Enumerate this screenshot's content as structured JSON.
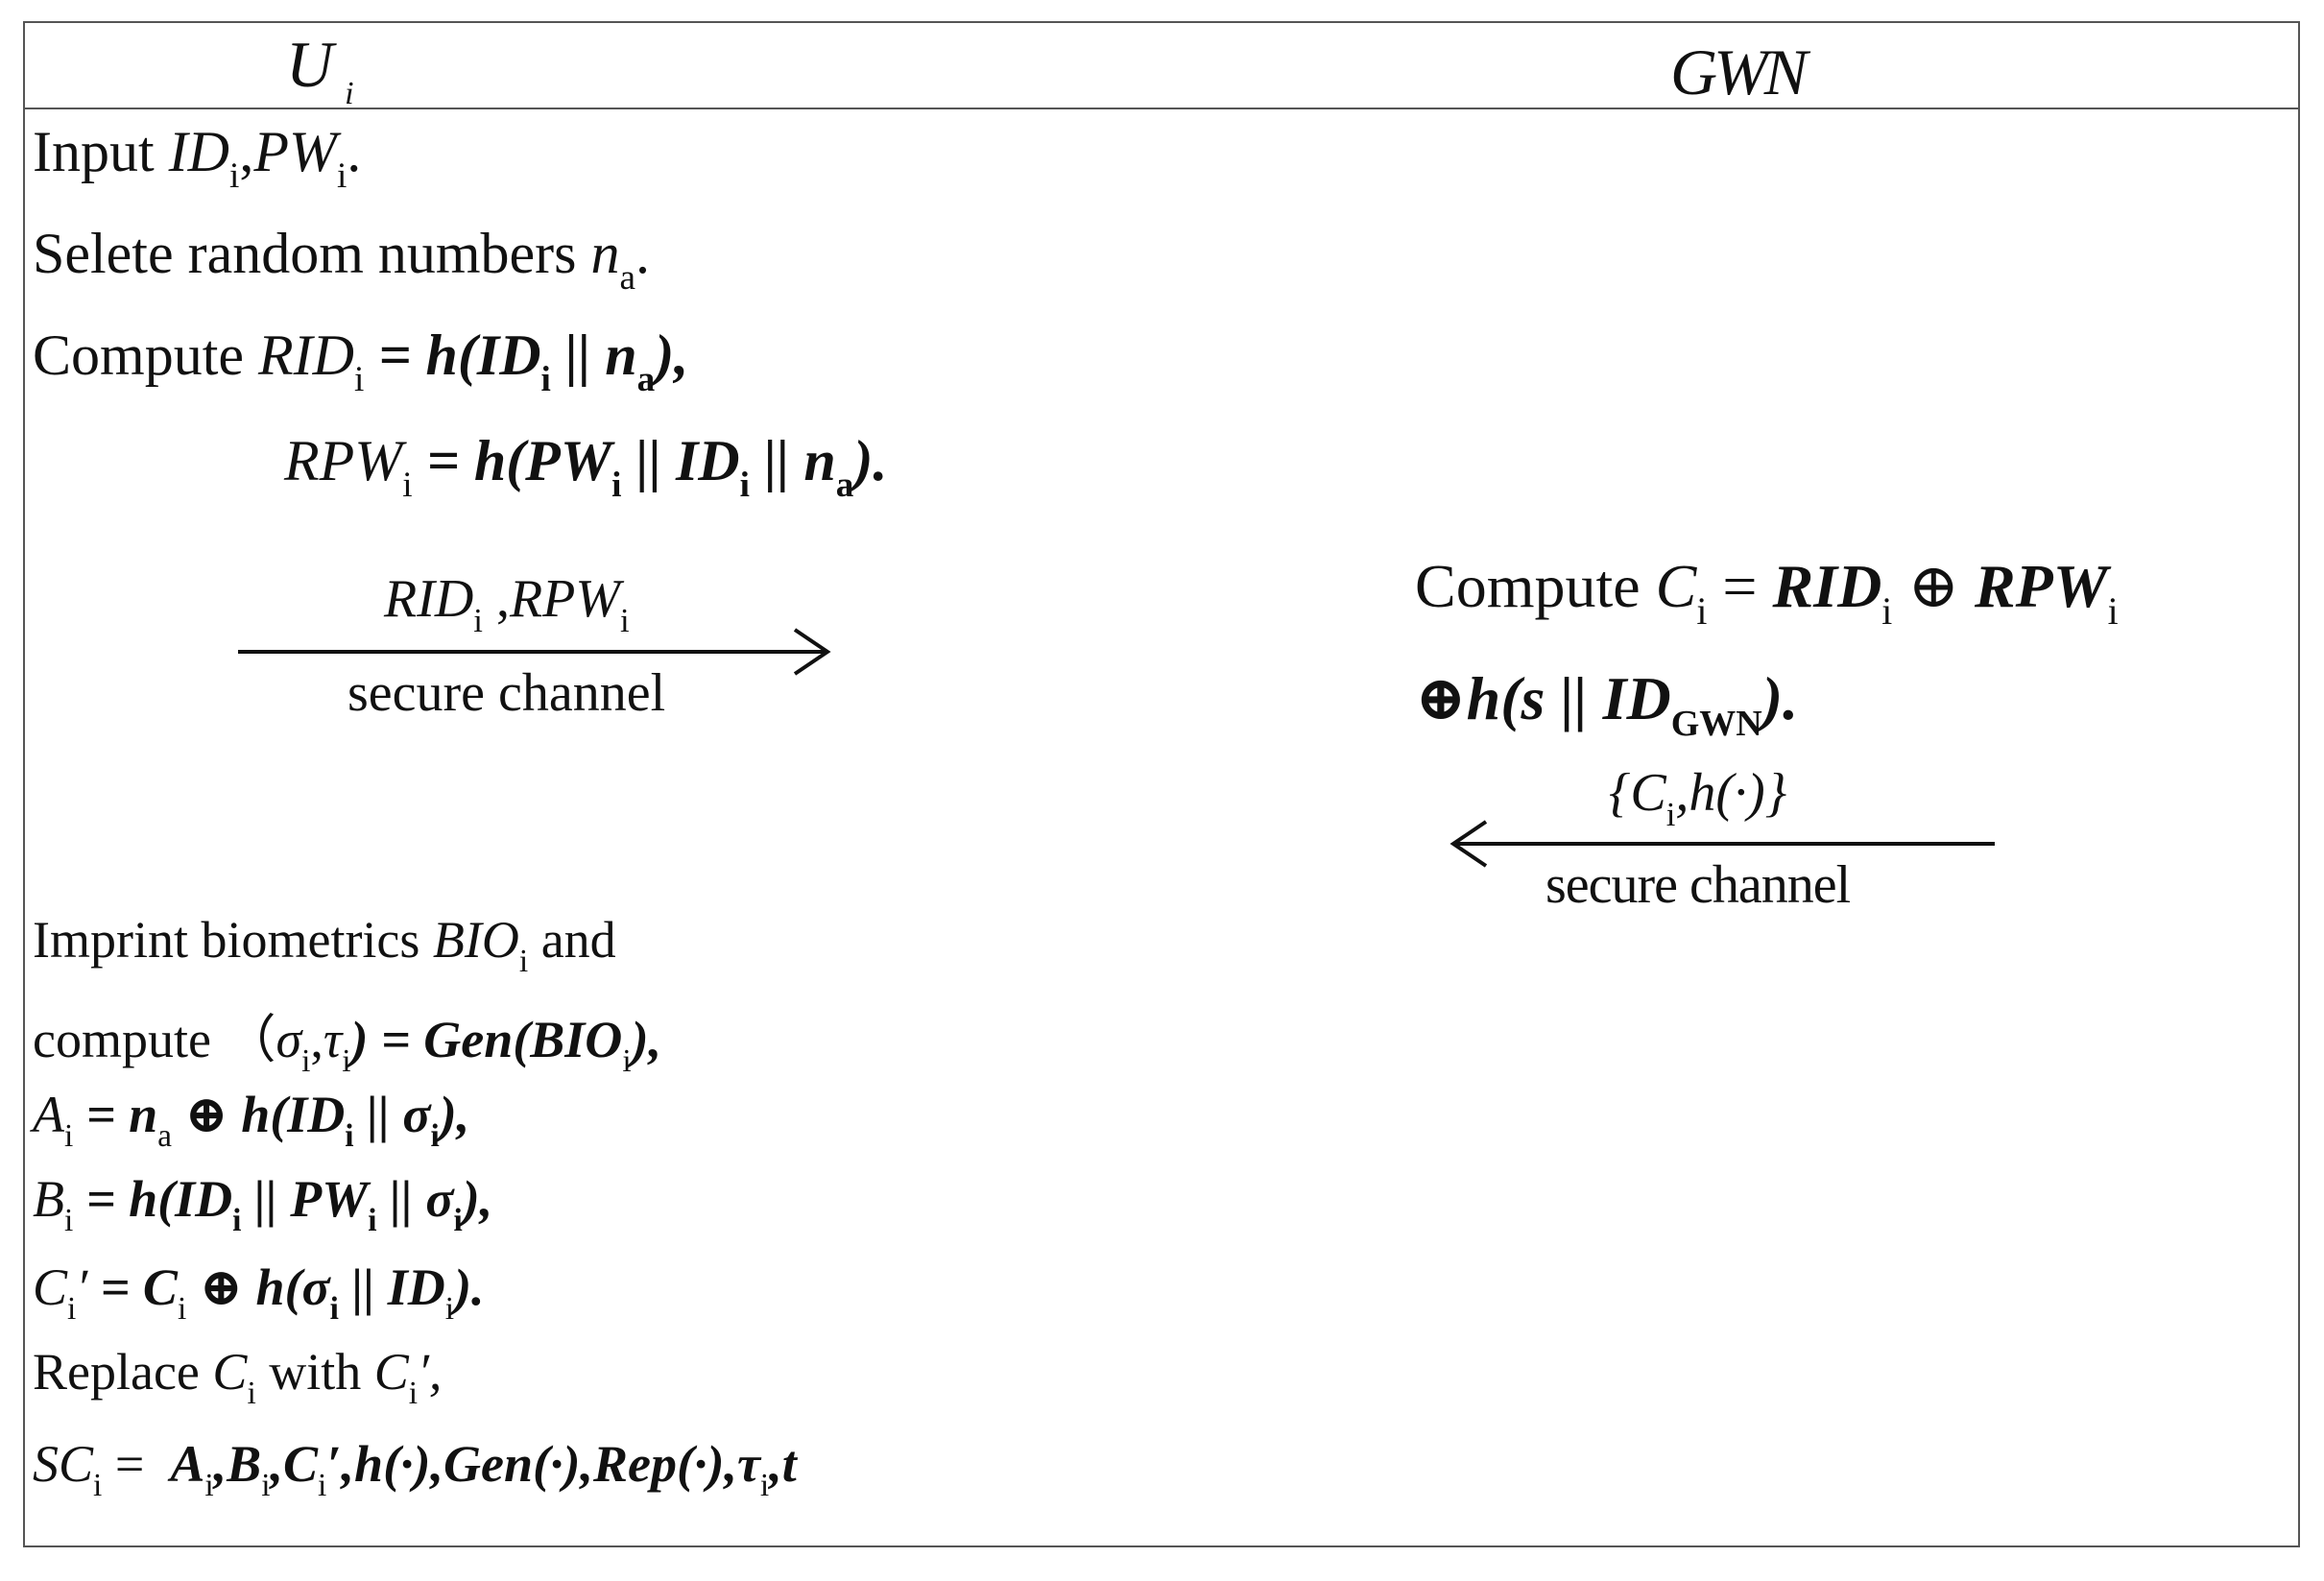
{
  "header": {
    "left_entity": "U",
    "left_sub": "i",
    "right_entity": "GWN"
  },
  "user_steps": {
    "input": {
      "word": "Input",
      "id": "ID",
      "i": "i",
      "comma": ",",
      "pw": "PW",
      "end": "."
    },
    "select": {
      "text": "Selete random numbers",
      "n": "n",
      "a": "a",
      "end": "."
    },
    "compute_rid": {
      "word": "Compute",
      "rid": "RID",
      "i": "i",
      "rhs": "= h(ID",
      "rhs_i": "i",
      "rhs2": " || n",
      "rhs_a": "a",
      "end": "),"
    },
    "compute_rpw": {
      "rpw": "RPW",
      "i": "i",
      "rhs": "= h(PW",
      "rhs_i1": "i",
      "mid": " || ID",
      "rhs_i2": "i",
      "mid2": " || n",
      "rhs_a": "a",
      "end": ")."
    }
  },
  "msg1": {
    "rid": "RID",
    "i1": "i",
    "sep": " ,",
    "rpw": "RPW",
    "i2": "i",
    "channel": "secure channel"
  },
  "gwn_compute": {
    "word": "Compute",
    "c": "C",
    "i1": "i",
    "eq": " = ",
    "rid": "RID",
    "i2": "i",
    "xor": " ⊕ ",
    "rpw": "RPW",
    "i3": "i",
    "line2": "⊕h(s || ID",
    "gwn_sub": "GWN",
    "end": ")."
  },
  "msg2": {
    "open": "{C",
    "i": "i",
    "rest": ",h(·)}",
    "channel": "secure channel"
  },
  "bio": {
    "line1_a": "Imprint biometrics ",
    "bio": "BIO",
    "i": "i",
    "line1_b": "and",
    "line2_a": "compute （",
    "sigma": "σ",
    "s_i": "i",
    "comma": ",",
    "tau": "τ",
    "t_i": "i",
    "line2_b": ") = Gen(BIO",
    "b_i": "i",
    "line2_c": "),",
    "a_lhs": "A",
    "a_i": "i",
    "a_rhs1": " = n",
    "a_a": "a",
    "a_rhs2": " ⊕ h(ID",
    "a_i2": "i",
    "a_rhs3": " || σ",
    "a_i3": "i",
    "a_end": "),",
    "b_lhs": "B",
    "b_rhs1": " = h(ID",
    "b_i2": "i",
    "b_rhs2": " || PW",
    "b_i3": "i",
    "b_rhs3": " || σ",
    "b_i4": "i",
    "b_end": "),",
    "c_lhs": "C",
    "c_i": "i",
    "c_prime": "′",
    "c_rhs1": " = C",
    "c_i2": "i",
    "c_rhs2": " ⊕ h(σ",
    "c_i3": "i",
    "c_rhs3": " || ID",
    "c_i4": "i",
    "c_end": ").",
    "rep_a": "Replace ",
    "rep_c": "C",
    "rep_i": "i",
    "rep_b": " with ",
    "rep_c2": "C",
    "rep_i2": "i",
    "rep_end": "′,",
    "sc": "SC",
    "sc_i": "i",
    "sc_eq": " =  ",
    "sc_rhs": [
      {
        "t": "A"
      },
      {
        "s": "i"
      },
      {
        "t": ",B"
      },
      {
        "s": "i"
      },
      {
        "t": ",C"
      },
      {
        "s": "i"
      },
      {
        "t": "′,h(·),Gen(·),Rep(·),τ"
      },
      {
        "s": "i"
      },
      {
        "t": ",t"
      }
    ]
  }
}
